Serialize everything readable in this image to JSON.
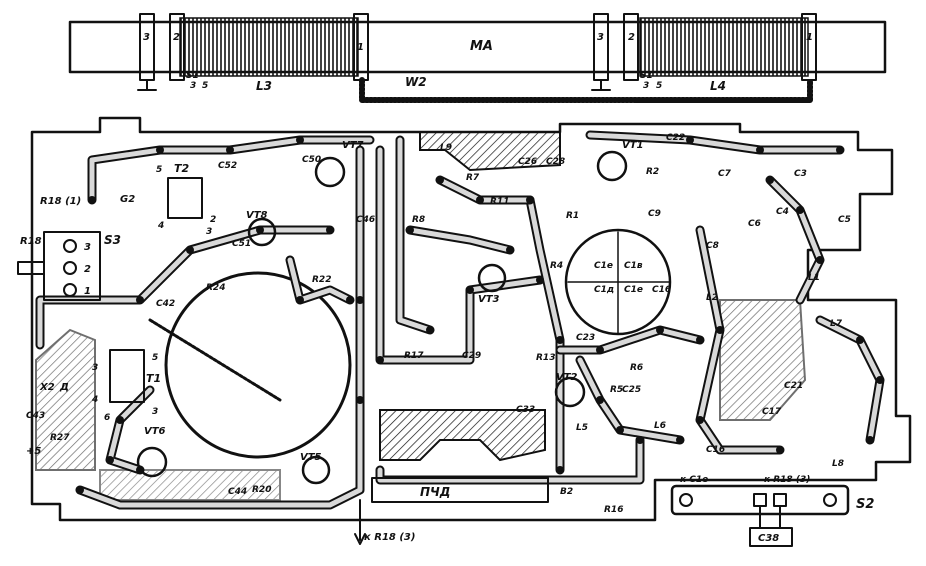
{
  "antenna": {
    "rod_label": "MA",
    "left_coil": "L3",
    "right_coil": "L4",
    "wire_label": "W2"
  },
  "coil_pins": {
    "p1": "1",
    "p2": "2",
    "p3": "3",
    "p5": "5",
    "s1": "S1"
  },
  "board_label": "ПЧД",
  "edge_labels": {
    "r18_1": "R18 (1)",
    "r18": "R18",
    "s3": "S3",
    "plus5": "+5",
    "x2": "X2",
    "d": "Д",
    "k_r18_3_bottom": "к R18 (3)",
    "k_c1e": "к C1е",
    "k_r18_3_switch": "к R18 (3)",
    "s2": "S2",
    "c38": "C38"
  },
  "components": {
    "vt7": "VT7",
    "vt1": "VT1",
    "vt8": "VT8",
    "vt2": "VT2",
    "vt3": "VT3",
    "vt5": "VT5",
    "vt6": "VT6",
    "t1": "T1",
    "t2": "T2",
    "g2": "G2",
    "c52": "C52",
    "c50": "C50",
    "c46": "C46",
    "c51": "C51",
    "c42": "C42",
    "c43": "C43",
    "c44": "C44",
    "c22": "C22",
    "c7": "C7",
    "c3": "C3",
    "c4": "C4",
    "c5": "C5",
    "c6": "C6",
    "c8": "C8",
    "c9": "C9",
    "c1e_a": "C1е",
    "c1v": "C1в",
    "c1d": "C1д",
    "c1e_b": "C1е",
    "c16": "C16",
    "c17": "C17",
    "c21": "C21",
    "c23": "C23",
    "c25": "C25",
    "c26": "C26",
    "c28": "C28",
    "c29": "C29",
    "c33": "C33",
    "r1": "R1",
    "r2": "R2",
    "r4": "R4",
    "r5": "R5",
    "r6": "R6",
    "r7": "R7",
    "r8": "R8",
    "r11": "R11",
    "r13": "R13",
    "r16": "R16",
    "r17": "R17",
    "r20": "R20",
    "r22": "R22",
    "r24": "R24",
    "r27": "R27",
    "l1": "L1",
    "l2": "L2",
    "l5": "L5",
    "l6": "L6",
    "l7": "L7",
    "l8": "L8",
    "l9": "L9",
    "b2": "B2"
  },
  "jack_pins": [
    "3",
    "2",
    "1"
  ],
  "transformer_pins": {
    "t2": [
      "5",
      "4",
      "3",
      "2"
    ],
    "t1": [
      "3",
      "4",
      "6",
      "5",
      "3"
    ]
  }
}
